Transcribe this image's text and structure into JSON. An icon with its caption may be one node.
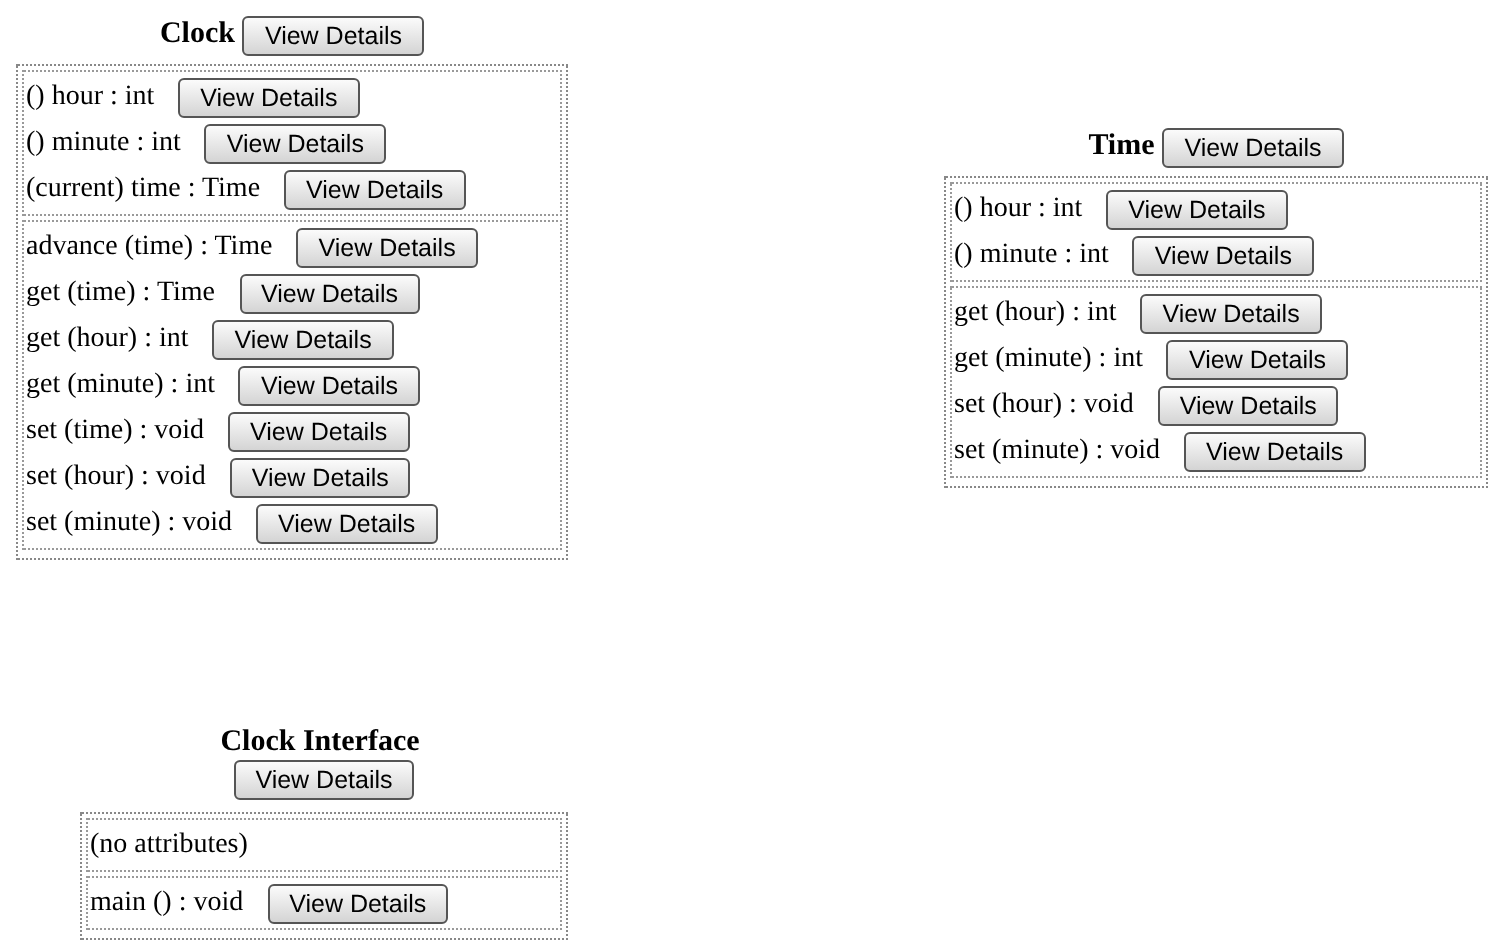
{
  "diagram": {
    "nodes": [
      {
        "text": [
          "Clock",
          "View Details"
        ]
      },
      {
        "text": [
          "() hour : int",
          "View Details",
          "() minute : int",
          "View Details",
          "(current) time : Time",
          "View Details"
        ],
        "in": 0
      },
      {
        "text": [
          "advance (time) : Time",
          "View Details",
          "get (time) : Time",
          "View Details",
          "get (hour) : int",
          "View Details",
          "get (minute) : int",
          "View Details",
          "set (time) : void",
          "View Details",
          "set (hour) : void",
          "View Details",
          "set (minute) : void",
          "View Details"
        ],
        "in": 0
      },
      {
        "text": [
          "Time",
          "View Details"
        ]
      },
      {
        "text": [
          "() hour : int",
          "View Details",
          "() minute : int",
          "View Details"
        ],
        "in": 3
      },
      {
        "text": [
          "get (hour) : int",
          "View Details",
          "get (minute) : int",
          "View Details",
          "set (hour) : void",
          "View Details",
          "set (minute) : void",
          "View Details"
        ],
        "in": 3
      },
      {
        "text": [
          "Clock Interface",
          "View Details"
        ]
      },
      {
        "text": [
          "(no attributes)"
        ],
        "in": 6
      },
      {
        "text": [
          "main () : void",
          "View Details"
        ],
        "in": 6
      }
    ]
  }
}
